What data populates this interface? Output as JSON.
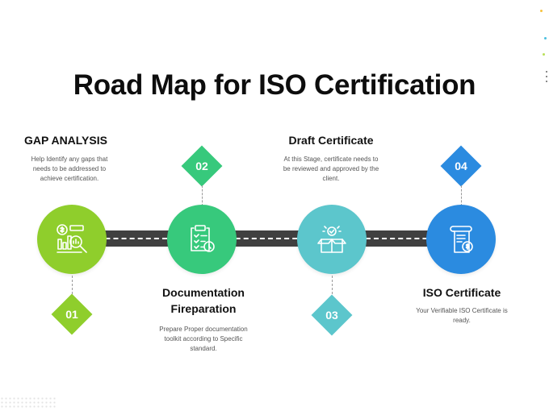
{
  "title": "Road Map for ISO Certification",
  "steps": [
    {
      "number": "01",
      "title": "GAP ANALYSIS",
      "description": "Help Identify any gaps that needs to be addressed to achieve certification.",
      "color": "#8fce2c",
      "icon": "gap-analysis-icon"
    },
    {
      "number": "02",
      "title_line1": "Documentation",
      "title_line2": "Fireparation",
      "description": "Prepare Proper documentation toolkit according to Specific standard.",
      "color": "#37c97c",
      "icon": "checklist-clock-icon"
    },
    {
      "number": "03",
      "title": "Draft Certificate",
      "description": "At this Stage, certificate needs to be reviewed and approved by the client.",
      "color": "#5cc6cc",
      "icon": "open-box-icon"
    },
    {
      "number": "04",
      "title": "ISO Certificate",
      "description": "Your Verifiable ISO Certificate is ready.",
      "color": "#2b8be0",
      "icon": "certificate-icon"
    }
  ]
}
